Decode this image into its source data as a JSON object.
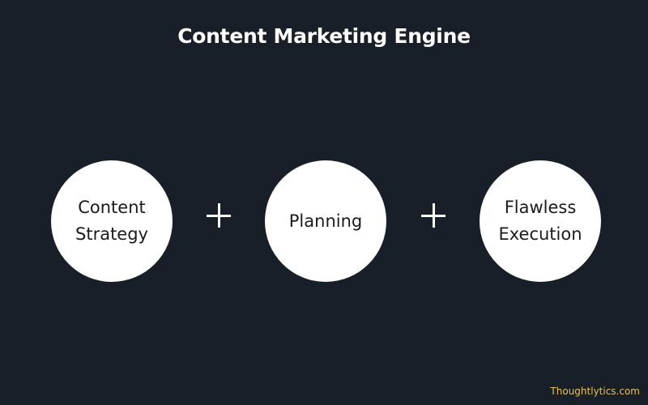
{
  "title": "Content Marketing Engine",
  "steps": [
    {
      "line1": "Content",
      "line2": "Strategy"
    },
    {
      "line1": "Planning",
      "line2": ""
    },
    {
      "line1": "Flawless",
      "line2": "Execution"
    }
  ],
  "operator_symbol": "plus",
  "footer": {
    "text": "Thoughtlytics.com"
  },
  "colors": {
    "background": "#181f29",
    "circle_fill": "#ffffff",
    "title_text": "#ffffff",
    "footer_text": "#e3c15a"
  }
}
